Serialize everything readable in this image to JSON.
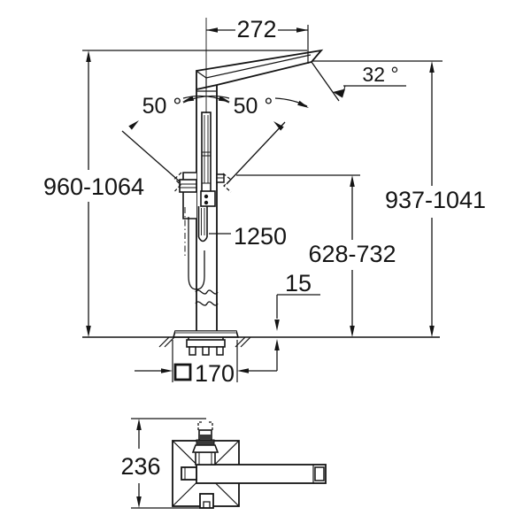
{
  "front_view": {
    "spout_width": "272",
    "spout_angle": "32 °",
    "swivel_left": "50 °",
    "swivel_right": "50 °",
    "overall_height": "960-1064",
    "spout_height": "937-1041",
    "holder_height": "628-732",
    "hose_length": "1250",
    "plate_offset": "15",
    "base_plate_size": "170",
    "base_plate_symbol": "□"
  },
  "top_view": {
    "depth": "236"
  },
  "colors": {
    "line": "#141414",
    "background": "#ffffff",
    "shade": "#3a3a3a",
    "plate_shade": "#9a9a9a"
  }
}
